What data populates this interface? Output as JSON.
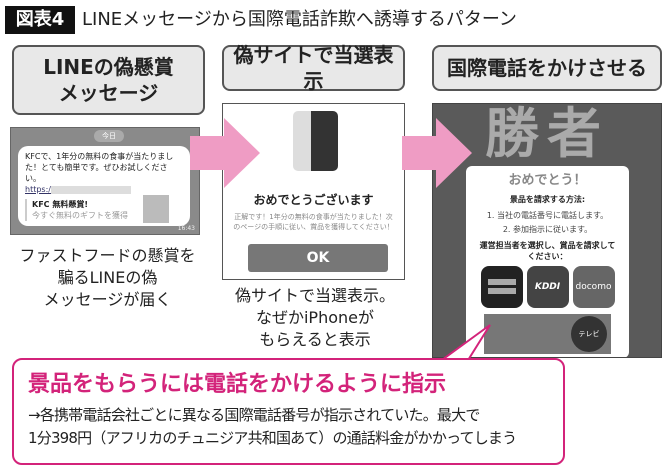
{
  "figure": {
    "label": "図表4",
    "title": "LINEメッセージから国際電話詐欺へ誘導するパターン"
  },
  "steps": [
    {
      "header": "LINEの偽懸賞\nメッセージ",
      "caption": "ファストフードの懸賞を\n騙るLINEの偽\nメッセージが届く",
      "screen": {
        "date": "今日",
        "message": "KFCで、1年分の無料の食事が当たりました！とても簡単です。ぜひお試しください。",
        "link": "https:/",
        "card_title": "KFC 無料懸賞!",
        "card_sub": "今すぐ無料のギフトを獲得",
        "time": "16:43"
      }
    },
    {
      "header": "偽サイトで当選表示",
      "caption": "偽サイトで当選表示。\nなぜかiPhoneが\nもらえると表示",
      "screen": {
        "heading": "おめでとうございます",
        "body": "正解です！1年分の無料の食事が当たりました！次のページの手順に従い、賞品を獲得してください！",
        "button": "OK"
      }
    },
    {
      "header": "国際電話をかけさせる",
      "screen": {
        "bg_text": "勝者",
        "heading": "おめでとう！",
        "method_title": "景品を請求する方法:",
        "step1": "1. 当社の電話番号に電話します。",
        "step2": "2. 参加指示に従います。",
        "select_text": "運営担当者を選択し、賞品を請求してください：",
        "carriers": [
          "",
          "KDDI",
          "docomo"
        ],
        "badge": "テレビ"
      }
    }
  ],
  "callout": {
    "title": "景品をもらうには電話をかけるように指示",
    "body": "→各携帯電話会社ごとに異なる国際電話番号が指示されていた。最大で\n1分398円（アフリカのチュニジア共和国あて）の通話料金がかかってしまう"
  },
  "colors": {
    "accent": "#d3237a",
    "arrow": "#ef9cc4"
  }
}
